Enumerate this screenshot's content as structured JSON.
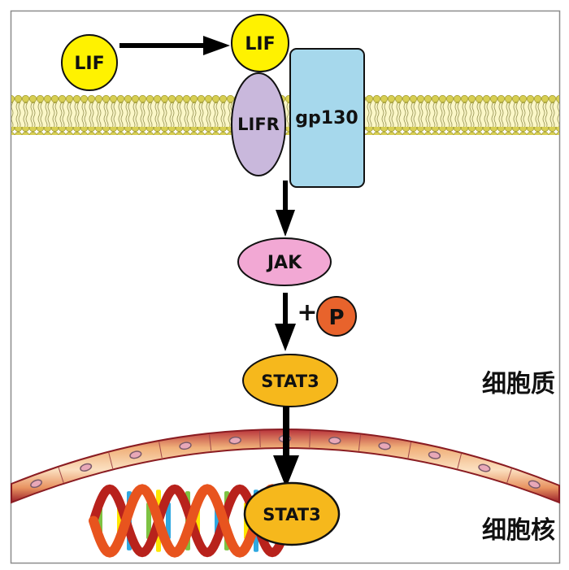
{
  "diagram": {
    "title": "LIF / JAK / STAT3 signaling pathway",
    "nodes": {
      "lif_free": {
        "label": "LIF",
        "color": "#fff200"
      },
      "lif_bound": {
        "label": "LIF",
        "color": "#fff200"
      },
      "lifr": {
        "label": "LIFR",
        "color": "#c9b8dc"
      },
      "gp130": {
        "label": "gp130",
        "color": "#a6d8ec"
      },
      "jak": {
        "label": "JAK",
        "color": "#f2a8d4"
      },
      "phosphate": {
        "label": "P",
        "plus": "+",
        "color": "#e8632c"
      },
      "stat3_cytoplasm": {
        "label": "STAT3",
        "color": "#f6b81c"
      },
      "stat3_nucleus": {
        "label": "STAT3",
        "color": "#f6b81c"
      }
    },
    "regions": {
      "cytoplasm": "细胞质",
      "nucleus": "细胞核"
    },
    "edges": [
      {
        "from": "lif_free",
        "to": "lif_bound"
      },
      {
        "from": "lifr/gp130",
        "to": "jak"
      },
      {
        "from": "jak",
        "to": "stat3_cytoplasm",
        "annotation": "+P"
      },
      {
        "from": "stat3_cytoplasm",
        "to": "stat3_nucleus"
      }
    ],
    "colors": {
      "membrane": "#d4cc4a",
      "membrane_inner": "#fbf7c8",
      "nuclear_envelope": "#e9a06a",
      "nuclear_envelope_edge": "#8a1c22",
      "dna_backbone": "#e8541e",
      "dna_backbone_dark": "#b8221c",
      "dna_bases": [
        "#7dc242",
        "#ffe600",
        "#2fa8e0"
      ],
      "arrow": "#000000",
      "frame": "#8c8c8c"
    }
  }
}
